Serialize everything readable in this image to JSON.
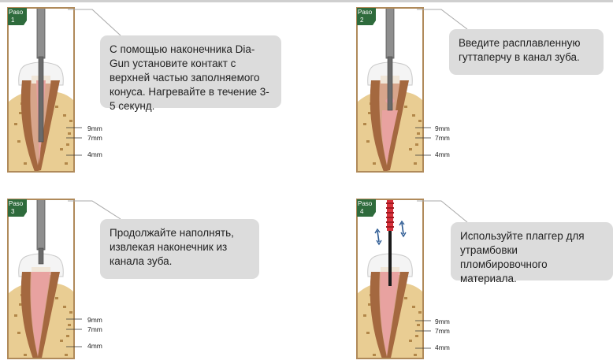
{
  "steps": [
    {
      "badge_word": "Paso",
      "number": "1",
      "text": "С помощью наконечника Dia-Gun установите контакт с верхней частью заполняемого конуса. Нагревайте в течение 3-5 секунд.",
      "depths": [
        "9mm",
        "7mm",
        "4mm"
      ]
    },
    {
      "badge_word": "Paso",
      "number": "2",
      "text": "Введите расплавленную гуттаперчу в канал зуба.",
      "depths": [
        "9mm",
        "7mm",
        "4mm"
      ]
    },
    {
      "badge_word": "Paso",
      "number": "3",
      "text": "Продолжайте наполнять, извлекая наконечник из канала зуба.",
      "depths": [
        "9mm",
        "7mm",
        "4mm"
      ]
    },
    {
      "badge_word": "Paso",
      "number": "4",
      "text": "Используйте плаггер для утрамбовки пломбировочного материала.",
      "depths": [
        "9mm",
        "7mm",
        "4mm"
      ]
    }
  ],
  "colors": {
    "badge_green": "#2e6b3c",
    "frame": "#b08a5a",
    "bone": "#e9cd93",
    "root": "#a4683f",
    "gutta": "#e8a2a0",
    "plugger_red": "#d8303a",
    "arrow_blue": "#2c5a93"
  }
}
